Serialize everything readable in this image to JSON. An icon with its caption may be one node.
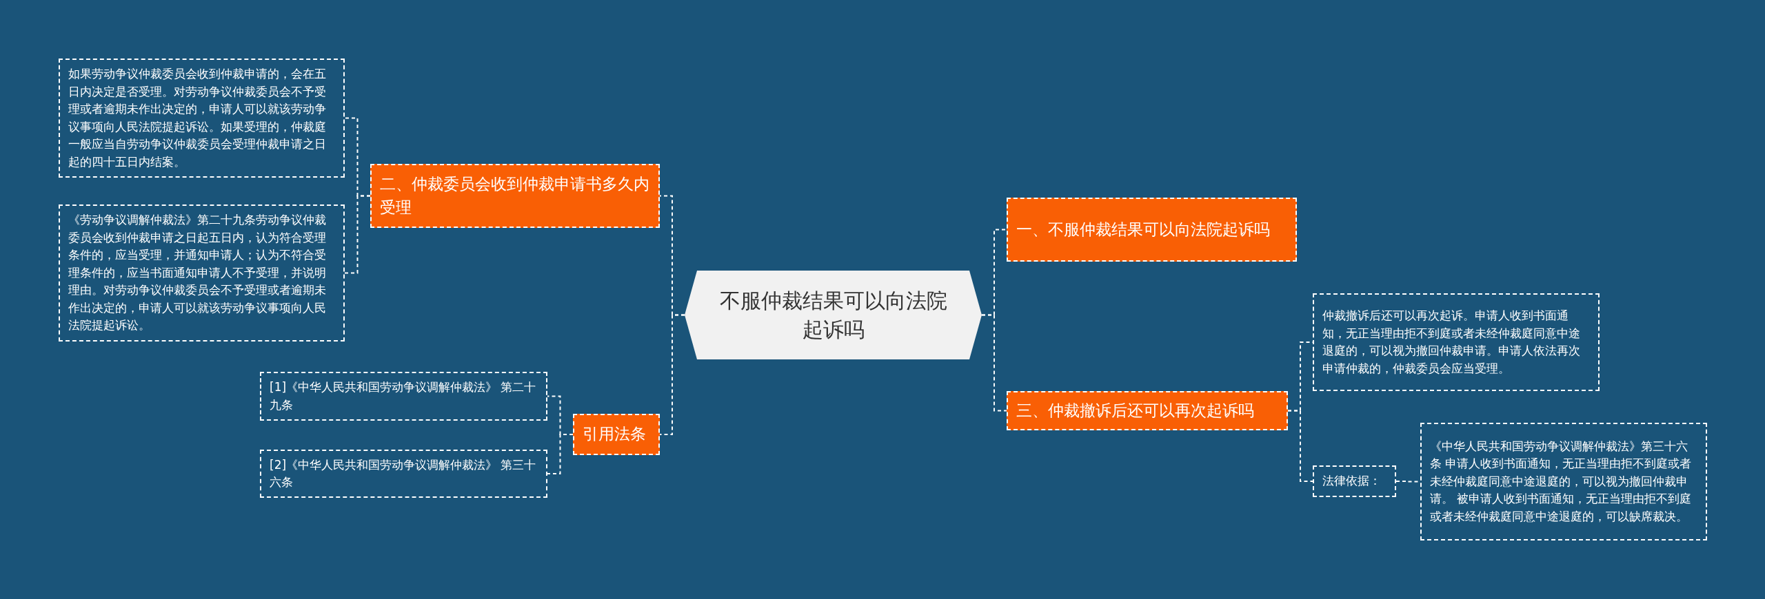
{
  "diagram": {
    "nodes": [
      {
        "text": [
          "不服仲裁结果可以向法院起诉吗"
        ]
      },
      {
        "text": [
          "二、仲裁委员会收到仲裁申请书多久内受理"
        ]
      },
      {
        "text": [
          "如果劳动争议仲裁委员会收到仲裁申请的，会在五日内决定是否受理。对劳动争议仲裁委员会不予受理或者逾期未作出决定的，申请人可以就该劳动争议事项向人民法院提起诉讼。如果受理的，仲裁庭一般应当自劳动争议仲裁委员会受理仲裁申请之日起的四十五日内结案。"
        ]
      },
      {
        "text": [
          "《劳动争议调解仲裁法》第二十九条劳动争议仲裁委员会收到仲裁申请之日起五日内，认为符合受理条件的，应当受理，并通知申请人；认为不符合受理条件的，应当书面通知申请人不予受理，并说明理由。对劳动争议仲裁委员会不予受理或者逾期未作出决定的，申请人可以就该劳动争议事项向人民法院提起诉讼。"
        ]
      },
      {
        "text": [
          "引用法条"
        ]
      },
      {
        "text": [
          "[1]《中华人民共和国劳动争议调解仲裁法》 第二十九条"
        ]
      },
      {
        "text": [
          "[2]《中华人民共和国劳动争议调解仲裁法》 第三十六条"
        ]
      },
      {
        "text": [
          "一、不服仲裁结果可以向法院起诉吗"
        ]
      },
      {
        "text": [
          "三、仲裁撤诉后还可以再次起诉吗"
        ]
      },
      {
        "text": [
          "仲裁撤诉后还可以再次起诉。申请人收到书面通知，无正当理由拒不到庭或者未经仲裁庭同意中途退庭的，可以视为撤回仲裁申请。申请人依法再次申请仲裁的，仲裁委员会应当受理。"
        ]
      },
      {
        "text": [
          "法律依据："
        ]
      },
      {
        "text": [
          "《中华人民共和国劳动争议调解仲裁法》第三十六条 申请人收到书面通知，无正当理由拒不到庭或者未经仲裁庭同意中途退庭的，可以视为撤回仲裁申请。 被申请人收到书面通知，无正当理由拒不到庭或者未经仲裁庭同意中途退庭的，可以缺席裁决。"
        ]
      }
    ],
    "edges": [
      {
        "from": 0,
        "to": 1,
        "arrow": "none"
      },
      {
        "from": 1,
        "to": 2,
        "arrow": "none"
      },
      {
        "from": 1,
        "to": 3,
        "arrow": "none"
      },
      {
        "from": 0,
        "to": 4,
        "arrow": "none"
      },
      {
        "from": 4,
        "to": 5,
        "arrow": "none"
      },
      {
        "from": 4,
        "to": 6,
        "arrow": "none"
      },
      {
        "from": 0,
        "to": 7,
        "arrow": "none"
      },
      {
        "from": 0,
        "to": 8,
        "arrow": "none"
      },
      {
        "from": 8,
        "to": 9,
        "arrow": "none"
      },
      {
        "from": 8,
        "to": 10,
        "arrow": "none"
      },
      {
        "from": 10,
        "to": 11,
        "arrow": "none"
      }
    ]
  }
}
